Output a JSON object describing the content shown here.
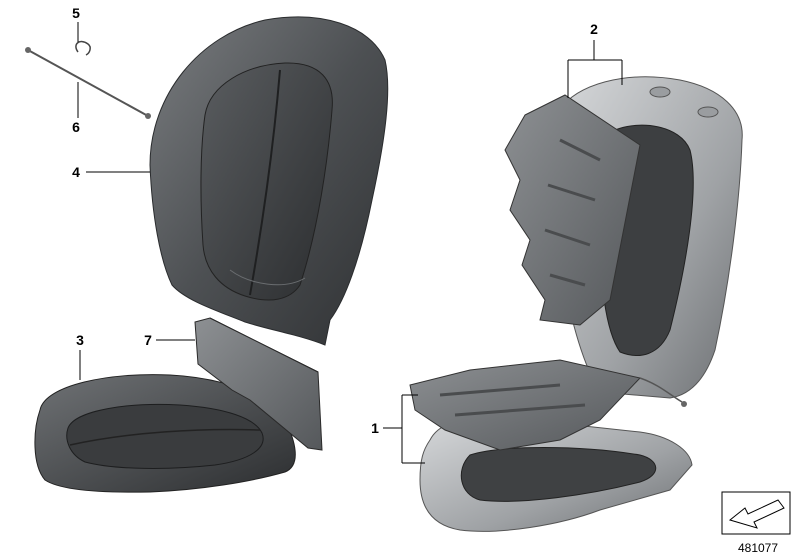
{
  "callouts": {
    "c1": "1",
    "c2": "2",
    "c3": "3",
    "c4": "4",
    "c5": "5",
    "c6": "6",
    "c7": "7"
  },
  "reference_number": "481077",
  "colors": {
    "foam_dark": "#3f4143",
    "foam_mid": "#5b5e61",
    "foam_light": "#8a8d90",
    "shell_light": "#b9bcbf",
    "plate": "#6b6e71",
    "line": "#000000"
  },
  "icons": {
    "orientation": "arrow-orientation-icon"
  }
}
